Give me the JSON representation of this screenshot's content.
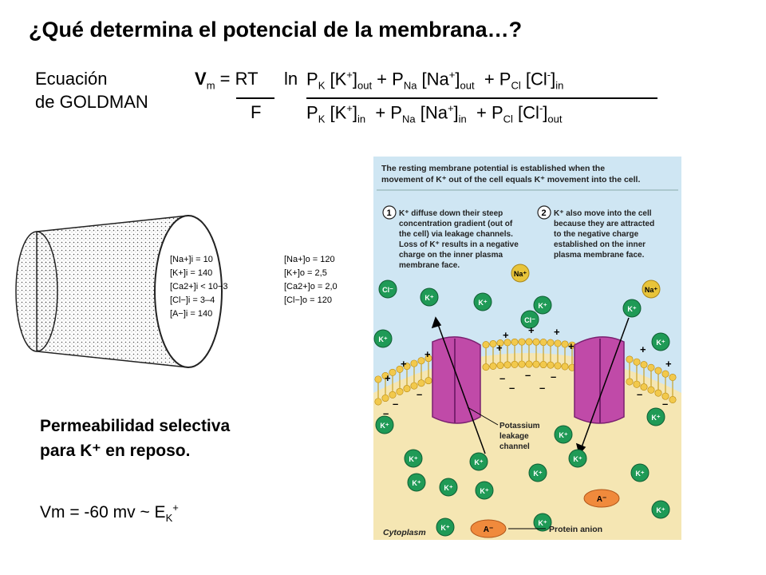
{
  "title": "¿Qué determina el potencial de la membrana…?",
  "equation": {
    "label_line1": "Ecuación",
    "label_line2": "de GOLDMAN",
    "lhs_v": "V",
    "lhs_sub": "m",
    "eq_rt": " = RT",
    "ln": "ln",
    "denom_f": "F",
    "numerator": [
      {
        "pre": "P",
        "sub": "K",
        "mid": " [K",
        "sup": "+",
        "post": "]",
        "sub2": "out"
      },
      {
        "pre": " + P",
        "sub": "Na",
        "mid": " [Na",
        "sup": "+",
        "post": "]",
        "sub2": "out"
      },
      {
        "pre": "  + P",
        "sub": "Cl",
        "mid": " [Cl",
        "sup": "-",
        "post": "]",
        "sub2": "in"
      }
    ],
    "denominator": [
      {
        "pre": "P",
        "sub": "K",
        "mid": " [K",
        "sup": "+",
        "post": "]",
        "sub2": "in"
      },
      {
        "pre": "  + P",
        "sub": "Na",
        "mid": " [Na",
        "sup": "+",
        "post": "]",
        "sub2": "in"
      },
      {
        "pre": "  + P",
        "sub": "Cl",
        "mid": " [Cl",
        "sup": "-",
        "post": "]",
        "sub2": "out"
      }
    ]
  },
  "cylinder": {
    "inside": [
      "[Na+]i = 10",
      "[K+]i = 140",
      "[Ca2+]i < 10−3",
      "[Cl−]i = 3–4",
      "[A−]i = 140"
    ],
    "outside": [
      "[Na+]o = 120",
      "[K+]o = 2,5",
      "[Ca2+]o = 2,0",
      "[Cl−]o = 120"
    ]
  },
  "permeability": {
    "line1": "Permeabilidad selectiva",
    "line2": "para K⁺ en reposo."
  },
  "vm": {
    "text": "Vm = -60 mv ~ E",
    "sub": "K",
    "sup": "+"
  },
  "figure": {
    "header_line1": "The resting membrane potential is established when the",
    "header_line2": "movement of K⁺ out of the cell equals K⁺ movement into the cell.",
    "step1_num": "1",
    "step1_lines": [
      "K⁺ diffuse down their steep",
      "concentration gradient (out of",
      "the cell) via leakage channels.",
      "Loss of K⁺ results in a negative",
      "charge on the inner plasma",
      "membrane face."
    ],
    "step2_num": "2",
    "step2_lines": [
      "K⁺ also move into the cell",
      "because they are attracted",
      "to the negative charge",
      "established on the inner",
      "plasma membrane face."
    ],
    "channel_label": [
      "Potassium",
      "leakage",
      "channel"
    ],
    "protein_label": "Protein anion",
    "cytoplasm_label": "Cytoplasm",
    "ion_k": "K⁺",
    "ion_na": "Na⁺",
    "ion_cl": "Cl⁻",
    "ion_a": "A⁻",
    "plus": "+",
    "minus": "–",
    "colors": {
      "extracellular": "#cfe6f3",
      "cytoplasm": "#f5e6b3",
      "channel": "#c04aa8",
      "k_ion": "#1f9a56",
      "na_ion": "#e8c43a",
      "anion": "#f08a3c"
    }
  }
}
